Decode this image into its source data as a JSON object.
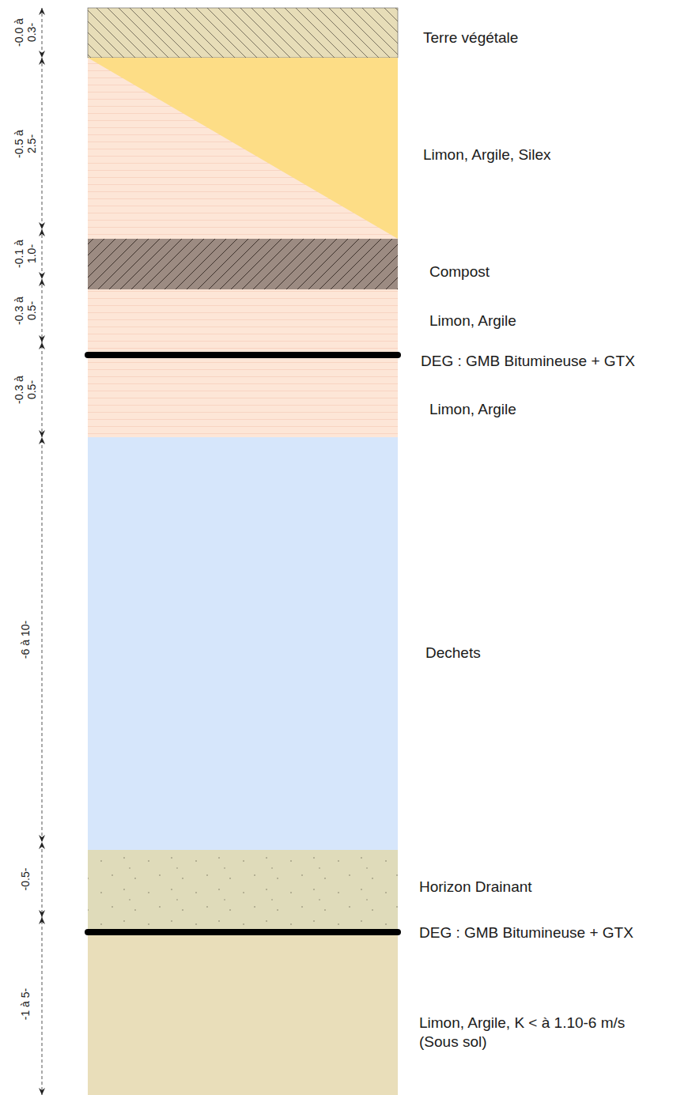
{
  "diagram": {
    "labels": [
      "-0.0 à 0.3-",
      "Terre végétale",
      "-0.5 à 2.5-",
      "Limon, Argile, Silex",
      "-0.1 à 1.0-",
      "Compost",
      "-0.3 à 0.5-",
      "Limon, Argile",
      "DEG : GMB Bitumineuse + GTX",
      "-0.3 à 0.5-",
      "Limon, Argile",
      "-6 à 10-",
      "Dechets",
      "-0.5-",
      "Horizon Drainant",
      "DEG : GMB Bitumineuse + GTX",
      "-1 à 5-",
      "Limon, Argile, K < à 1.10-6 m/s (Sous sol)"
    ]
  }
}
